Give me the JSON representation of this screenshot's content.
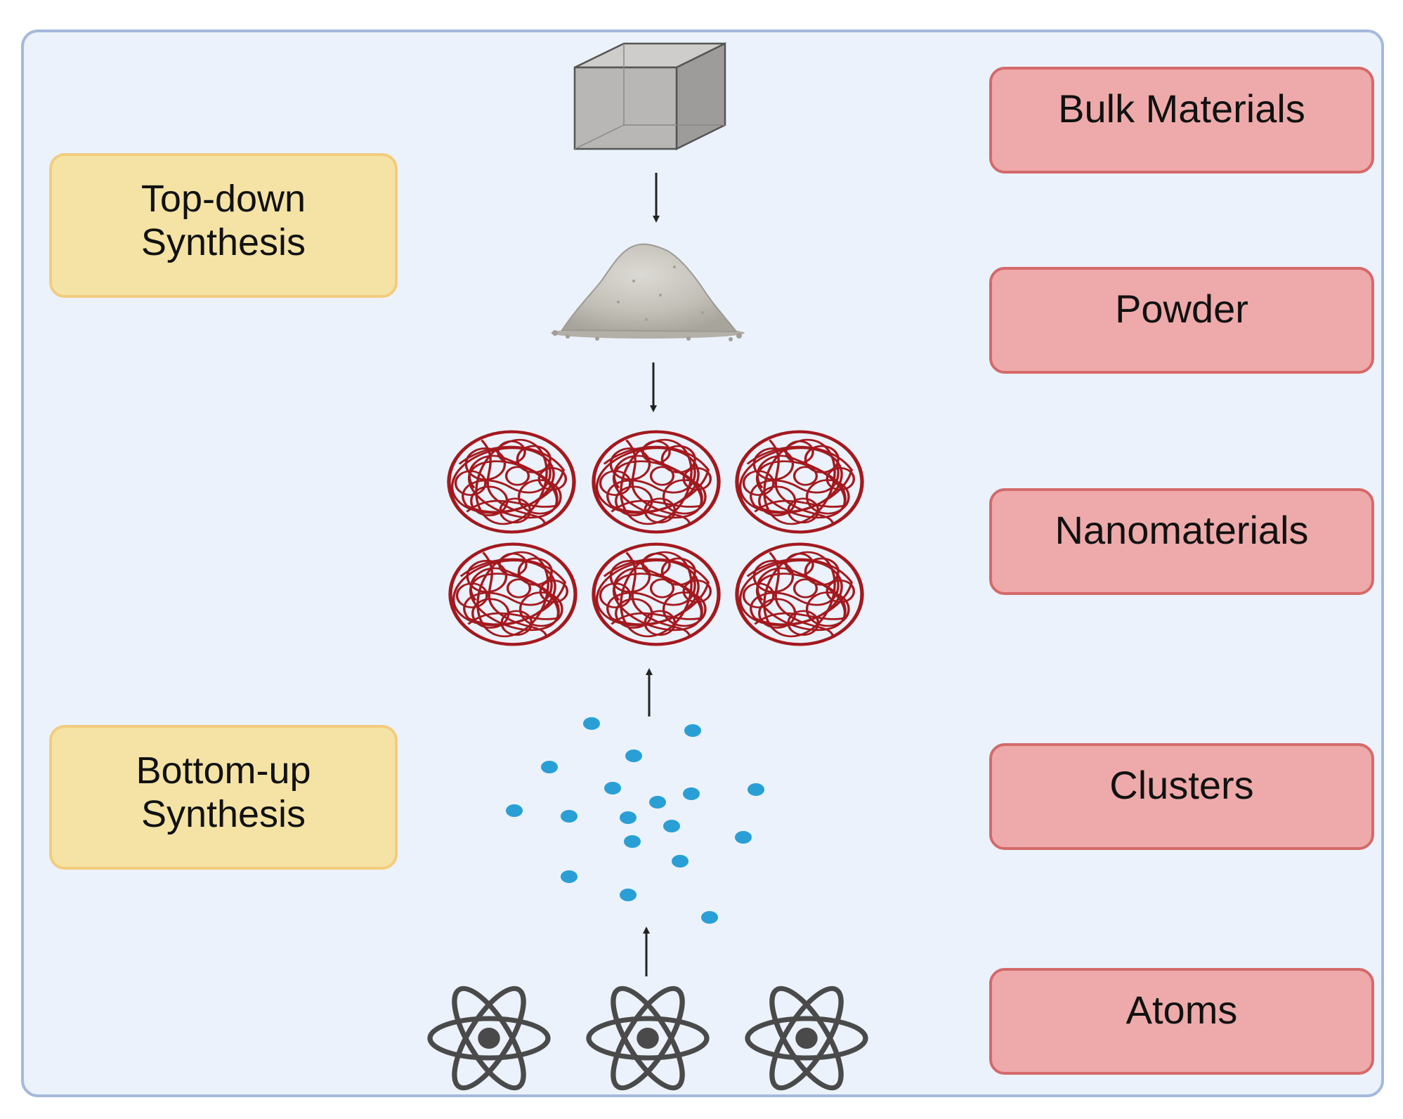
{
  "approaches": {
    "top_down": "Top-down\nSynthesis",
    "bottom_up": "Bottom-up\nSynthesis"
  },
  "stages": {
    "bulk": "Bulk Materials",
    "powder": "Powder",
    "nano": "Nanomaterials",
    "clusters": "Clusters",
    "atoms": "Atoms"
  },
  "icons": {
    "bulk": "cube-icon",
    "powder": "powder-pile-icon",
    "nano": "tangled-nanoparticle-icon",
    "clusters": "cluster-dot-icon",
    "atoms": "atom-icon"
  },
  "colors": {
    "panel_bg": "#ebf2fc",
    "panel_border": "#a5b9dc",
    "approach_fill": "#f4e3a4",
    "approach_border": "#f2cc7e",
    "stage_fill": "#eeaaaa",
    "stage_border": "#d46a6a",
    "nano_red": "#a3191e",
    "cluster_blue": "#2a9fd6",
    "atom_gray": "#4a4a4a"
  }
}
